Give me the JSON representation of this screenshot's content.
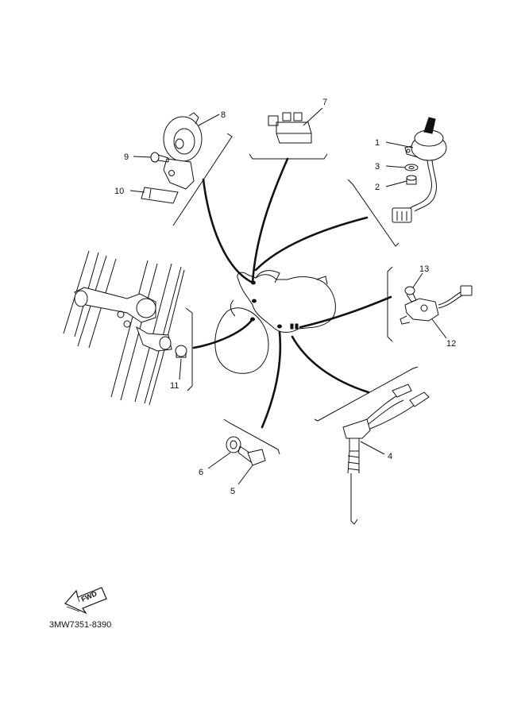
{
  "callouts": {
    "c1": "1",
    "c2": "2",
    "c3": "3",
    "c4": "4",
    "c5": "5",
    "c6": "6",
    "c7": "7",
    "c8": "8",
    "c9": "9",
    "c10": "10",
    "c11": "11",
    "c12": "12",
    "c13": "13"
  },
  "fwd_label": "FWD",
  "part_code": "3MW7351-8390"
}
